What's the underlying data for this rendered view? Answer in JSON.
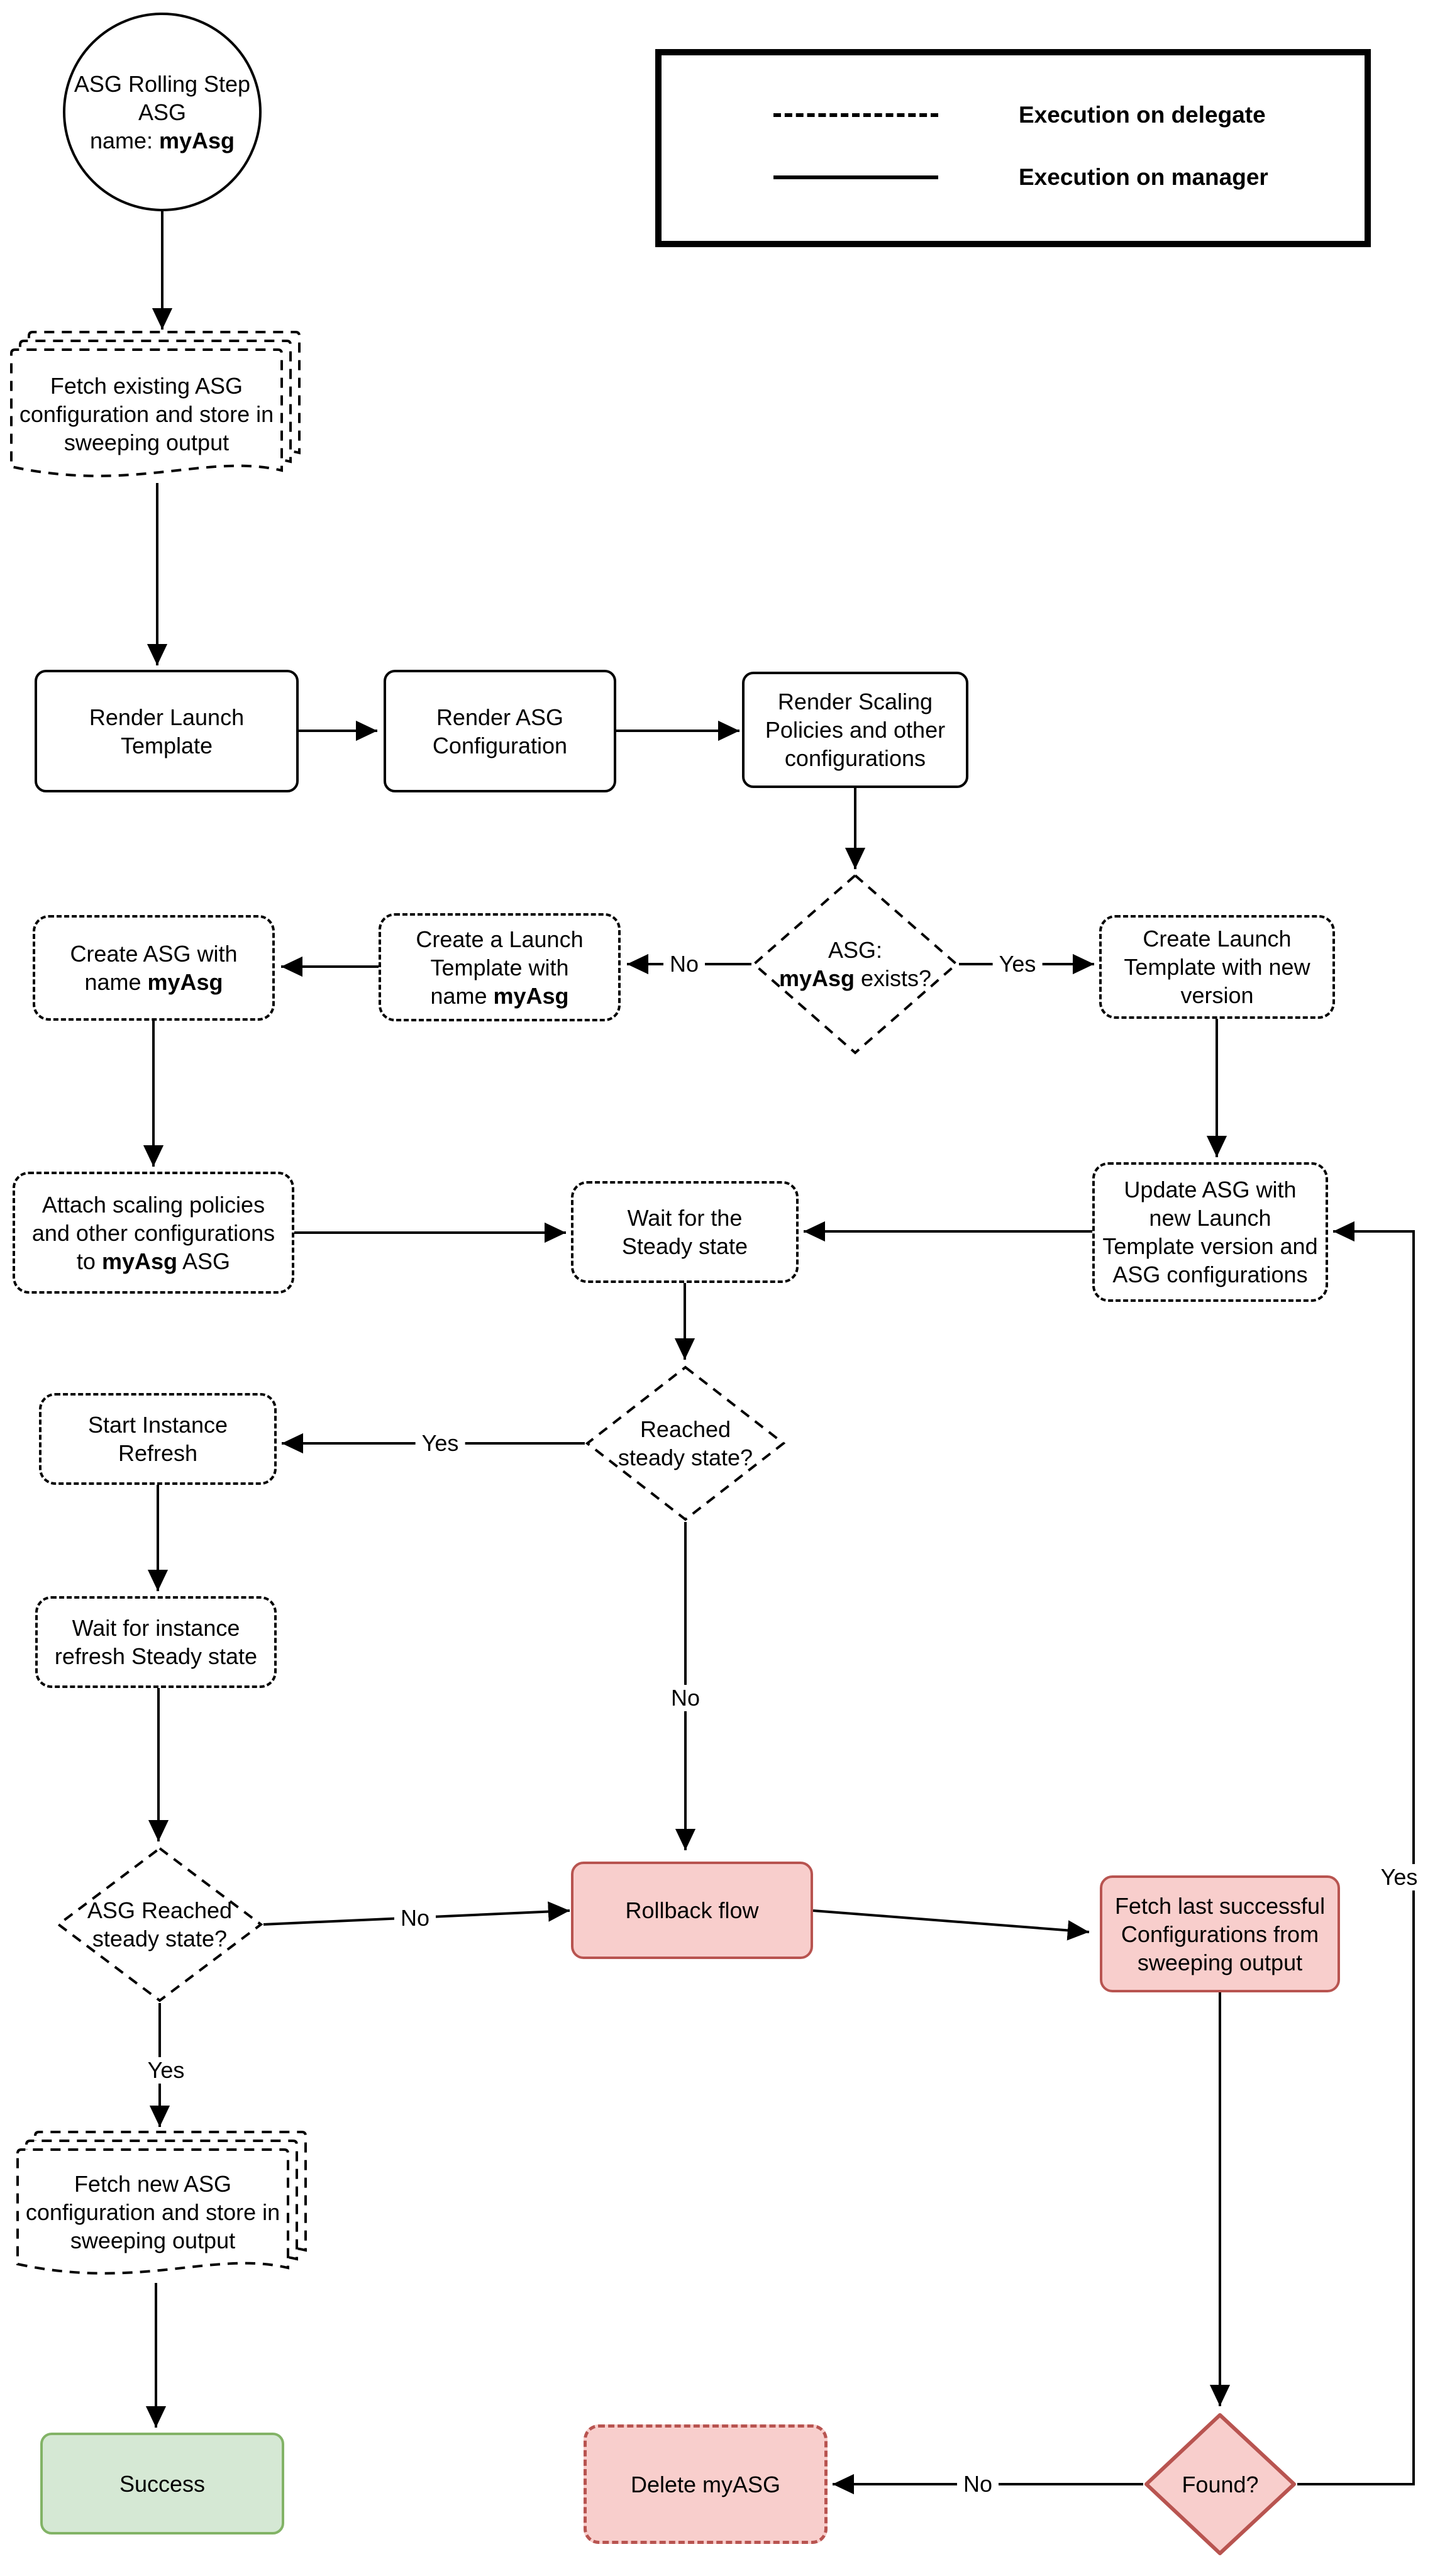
{
  "colors": {
    "pink_fill": "#f8cecc",
    "pink_border": "#b85450",
    "green_fill": "#d5e8d4",
    "green_border": "#82b366",
    "line": "#000000"
  },
  "legend": {
    "dashed_label": "Execution on delegate",
    "solid_label": "Execution on manager"
  },
  "nodes": {
    "start": {
      "line1": "ASG Rolling Step",
      "line2": "ASG",
      "line3_prefix": "name: ",
      "line3_bold": "myAsg"
    },
    "fetch_existing": {
      "text": "Fetch existing ASG configuration and store in sweeping output"
    },
    "render_launch_template": {
      "text": "Render Launch Template"
    },
    "render_asg_config": {
      "text": "Render ASG Configuration"
    },
    "render_scaling": {
      "text": "Render Scaling Policies and other configurations"
    },
    "asg_exists": {
      "line1": "ASG:",
      "line2_bold": "myAsg",
      "line2_suffix": " exists?"
    },
    "create_launch_new_version": {
      "text": "Create Launch Template with new version"
    },
    "create_launch_named": {
      "line1": "Create a Launch",
      "line2": "Template with",
      "line3_prefix": "name ",
      "line3_bold": "myAsg"
    },
    "create_asg": {
      "line1": "Create ASG with",
      "line2_prefix": "name ",
      "line2_bold": "myAsg"
    },
    "attach_scaling": {
      "line1": "Attach scaling policies",
      "line2": "and other configurations",
      "line3_prefix": "to ",
      "line3_bold": "myAsg",
      "line3_suffix": " ASG"
    },
    "wait_steady": {
      "text": "Wait for the Steady state"
    },
    "update_asg": {
      "text": "Update ASG with new Launch Template version and ASG configurations"
    },
    "reached_steady": {
      "text": "Reached steady state?"
    },
    "start_instance_refresh": {
      "text": "Start Instance Refresh"
    },
    "wait_instance_refresh": {
      "text": "Wait for instance refresh Steady state"
    },
    "asg_reached_steady": {
      "text": "ASG Reached steady state?"
    },
    "rollback": {
      "text": "Rollback flow"
    },
    "fetch_last": {
      "text": "Fetch last successful Configurations from sweeping output"
    },
    "fetch_new": {
      "text": "Fetch new ASG configuration and store in sweeping output"
    },
    "success": {
      "text": "Success"
    },
    "delete_myasg": {
      "text": "Delete myASG"
    },
    "found": {
      "text": "Found?"
    }
  },
  "edge_labels": {
    "asg_exists_no": "No",
    "asg_exists_yes": "Yes",
    "reached_steady_yes": "Yes",
    "reached_steady_no": "No",
    "asg_reached_no": "No",
    "asg_reached_yes": "Yes",
    "found_yes": "Yes",
    "found_no": "No"
  }
}
